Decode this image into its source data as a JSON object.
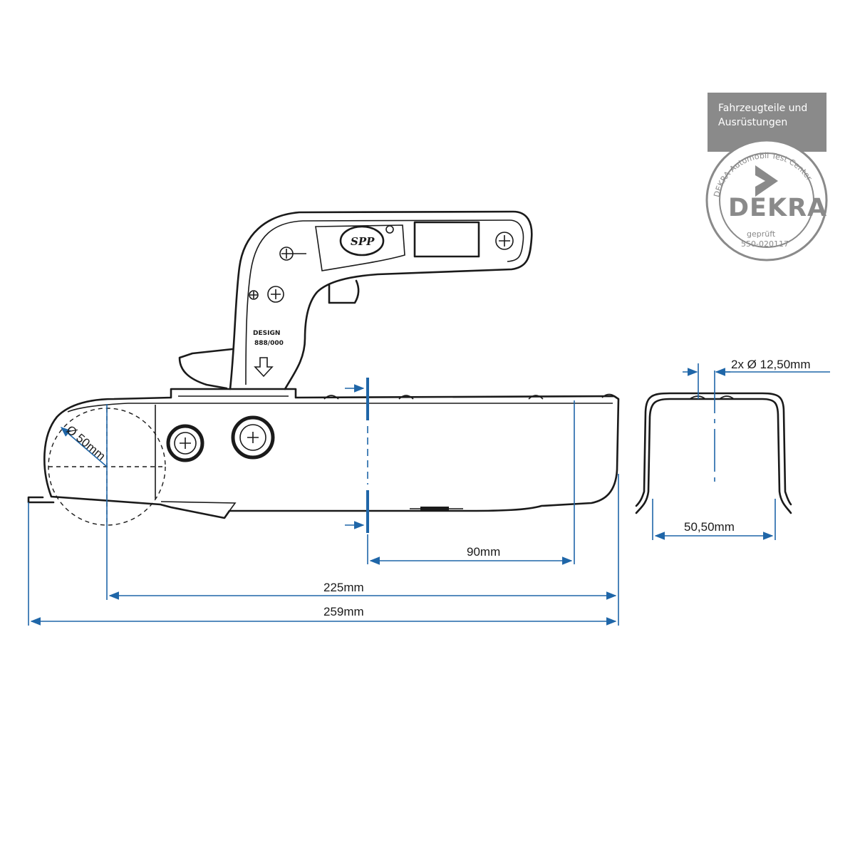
{
  "dimensions": {
    "ball_diameter": "Ø 50mm",
    "hole_distance": "90mm",
    "ball_to_end": "225mm",
    "overall_length": "259mm",
    "profile_width": "50,50mm",
    "hole_spec": "2x Ø 12,50mm"
  },
  "handle": {
    "brand": "SPP",
    "design_line1": "DESIGN",
    "design_line2": "888/000"
  },
  "certification": {
    "category_line1": "Fahrzeugteile und",
    "category_line2": "Ausrüstungen",
    "ring_text": "DEKRA Automobil Test Center",
    "brand": "DEKRA",
    "approved": "geprüft",
    "number": "550-020117",
    "colors": {
      "badge": "#8a8a8a",
      "ring": "#8a8a8a",
      "dimension_lines": "#1f66a8"
    }
  }
}
